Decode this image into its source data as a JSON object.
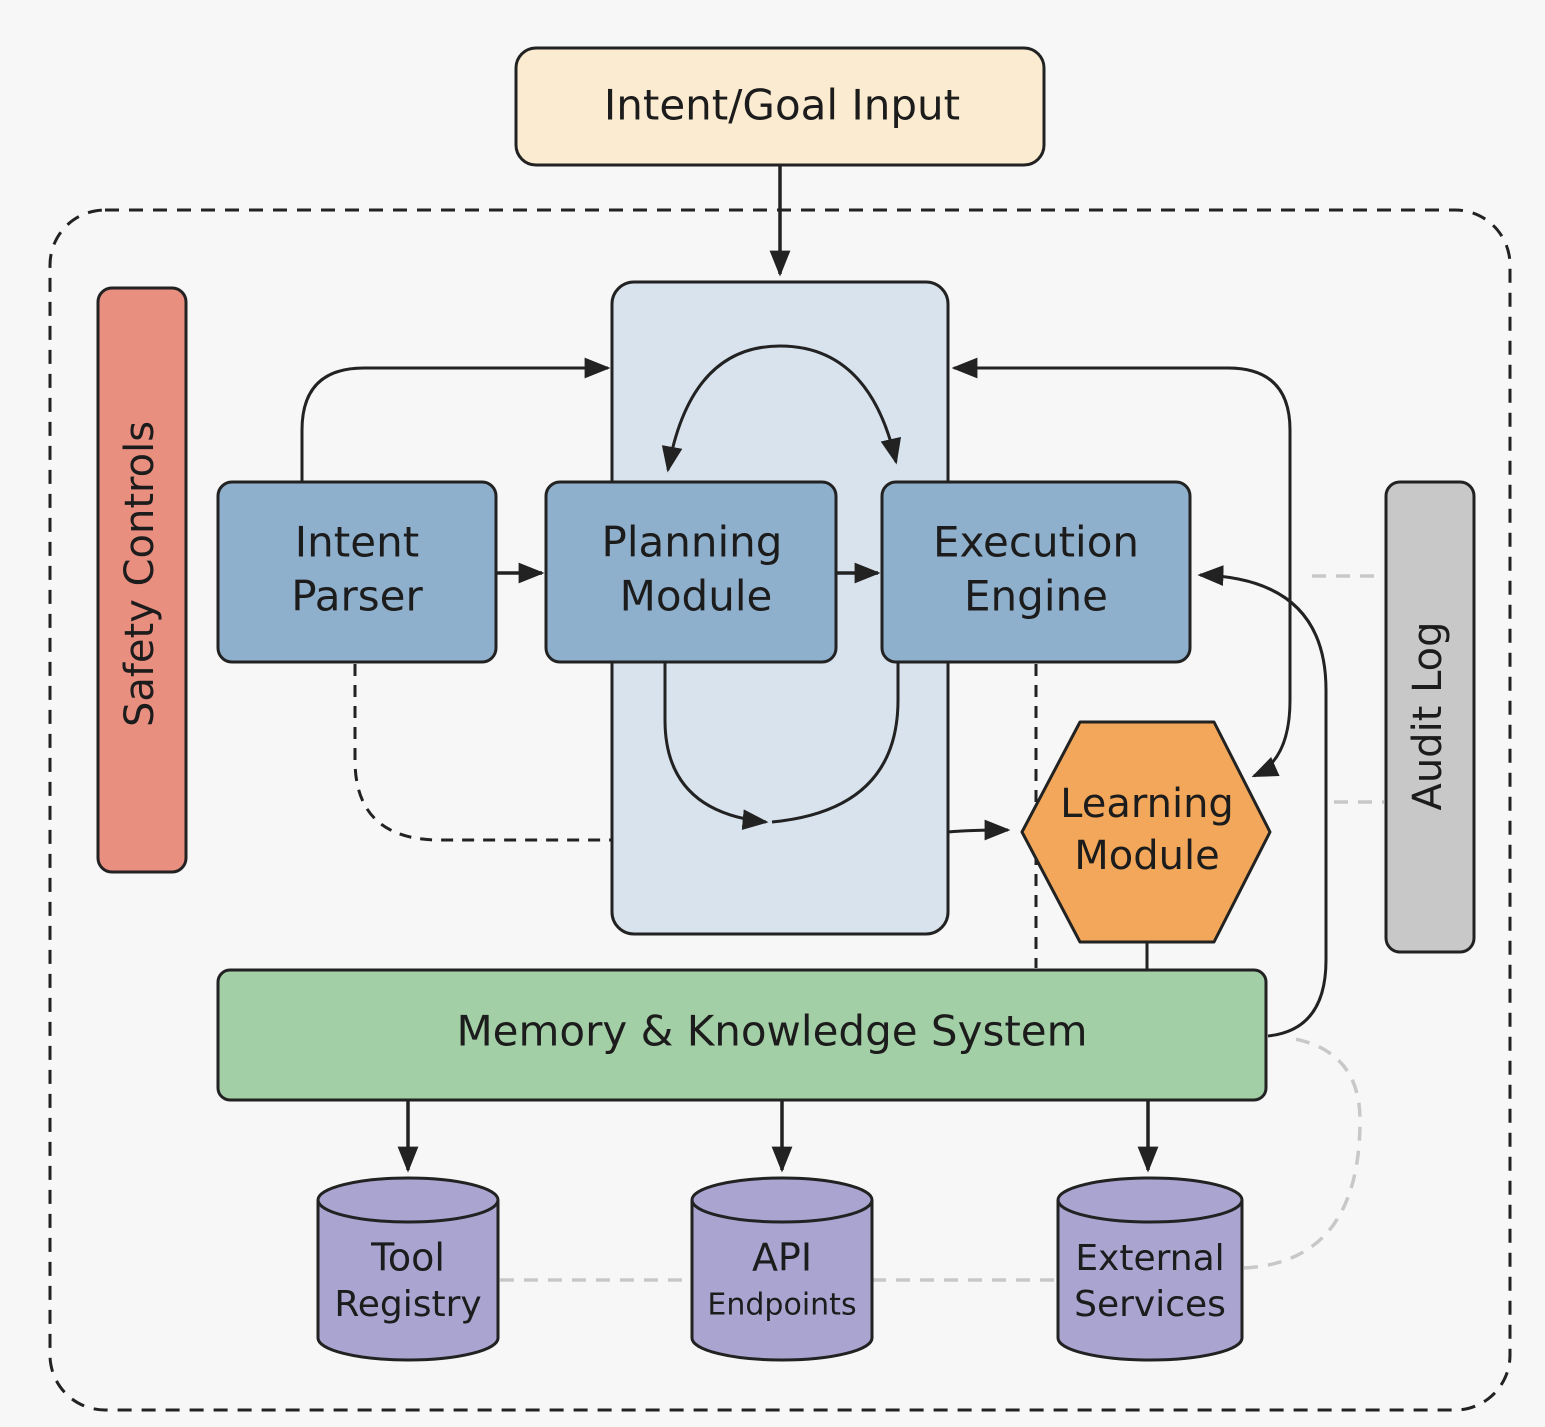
{
  "nodes": {
    "intent_goal_input": {
      "label": "Intent/Goal Input",
      "fill": "#fbebd0"
    },
    "intent_parser": {
      "line1": "Intent",
      "line2": "Parser",
      "fill": "#8fb0cd"
    },
    "planning_module": {
      "line1": "Planning",
      "line2": "Module",
      "fill": "#8fb0cd"
    },
    "execution_engine": {
      "line1": "Execution",
      "line2": "Engine",
      "fill": "#8fb0cd"
    },
    "learning_module": {
      "line1": "Learning",
      "line2": "Module",
      "fill": "#f2a75a"
    },
    "memory_system": {
      "label": "Memory & Knowledge System",
      "fill": "#a3cfa6"
    },
    "safety_controls": {
      "label": "Safety Controls",
      "fill": "#e88f80"
    },
    "audit_log": {
      "label": "Audit Log",
      "fill": "#c8c8c8"
    },
    "tool_registry": {
      "line1": "Tool",
      "line2": "Registry",
      "fill": "#a9a4d0"
    },
    "api_endpoints": {
      "line1": "API",
      "line2": "Endpoints",
      "fill": "#a9a4d0"
    },
    "external_services": {
      "line1": "External",
      "line2": "Services",
      "fill": "#a9a4d0"
    }
  },
  "core_region_fill": "#d8e3ee",
  "edges": [
    {
      "from": "intent_goal_input",
      "to": "core_region",
      "style": "solid"
    },
    {
      "from": "intent_parser",
      "to": "planning_module",
      "style": "solid"
    },
    {
      "from": "planning_module",
      "to": "execution_engine",
      "style": "solid"
    },
    {
      "from": "intent_parser",
      "to": "core_region",
      "style": "solid"
    },
    {
      "from": "execution_engine",
      "to": "core_region",
      "style": "solid"
    },
    {
      "from": "core_region",
      "to": "learning_module",
      "style": "solid"
    },
    {
      "from": "memory_system",
      "to": "execution_engine",
      "style": "solid"
    },
    {
      "from": "memory_system",
      "to": "tool_registry",
      "style": "solid"
    },
    {
      "from": "memory_system",
      "to": "api_endpoints",
      "style": "solid"
    },
    {
      "from": "memory_system",
      "to": "external_services",
      "style": "solid"
    },
    {
      "from": "intent_parser",
      "to": "core_region",
      "style": "dashed"
    },
    {
      "from": "execution_engine",
      "to": "memory_system",
      "style": "dashed"
    },
    {
      "from": "audit_log",
      "to": "execution_engine",
      "style": "dashed-light"
    },
    {
      "from": "tool_registry",
      "to": "external_services",
      "style": "dashed-light"
    }
  ]
}
